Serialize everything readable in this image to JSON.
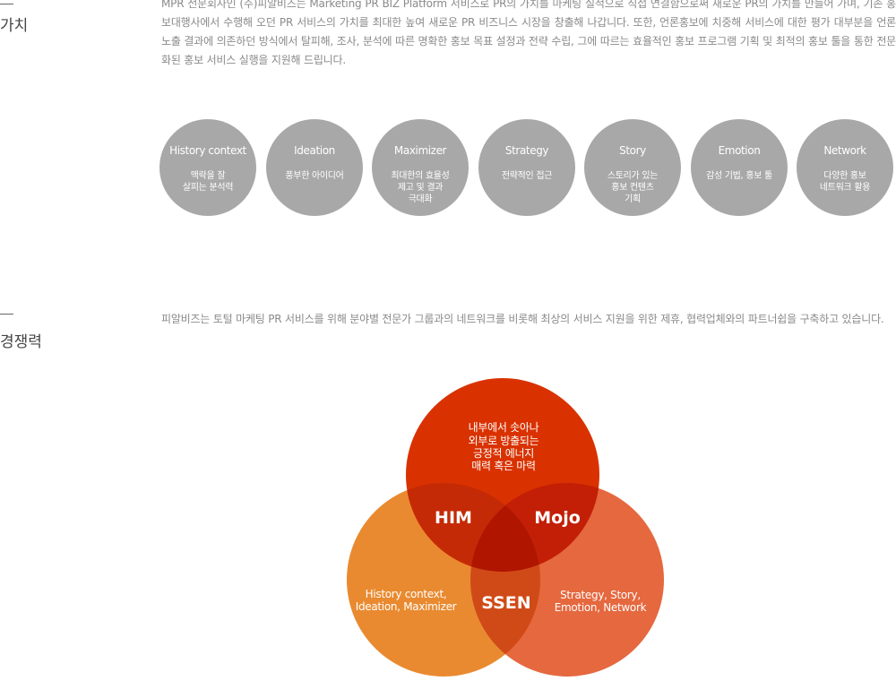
{
  "value_section": {
    "title": "가치",
    "paragraph": "MPR 전문회사인 (주)피알비즈는 Marketing PR BIZ Platform 서비스로 PR의 가치를 마케팅 실적으로 직접 연결함으로써 새로운 PR의 가치를 만들어 가며, 기존 홍보대행사에서 수행해 오던 PR 서비스의 가치를 최대한 높여 새로운 PR 비즈니스 시장을 창출해 나갑니다. 또한, 언론홍보에 치중해 서비스에 대한 평가 대부분을 언론 노출 결과에 의존하던 방식에서 탈피해, 조사, 분석에 따른 명확한 홍보 목표 설정과 전략 수립, 그에 따르는 효율적인 홍보 프로그램 기획 및 최적의 홍보 툴을 통한 전문화된 홍보 서비스 실행을 지원해 드립니다.",
    "circles": [
      {
        "title": "History context",
        "desc": "맥락을 잘\n살피는 분석력"
      },
      {
        "title": "Ideation",
        "desc": "풍부한 아이디어"
      },
      {
        "title": "Maximizer",
        "desc": "최대한의 효율성\n제고 및 결과\n극대화"
      },
      {
        "title": "Strategy",
        "desc": "전략적인 접근"
      },
      {
        "title": "Story",
        "desc": "스토리가 있는\n홍보 컨텐츠\n기획"
      },
      {
        "title": "Emotion",
        "desc": "감성 기법, 홍보 툴"
      },
      {
        "title": "Network",
        "desc": "다양한 홍보\n네트워크 활용"
      }
    ]
  },
  "competitiveness_section": {
    "title": "경쟁력",
    "paragraph": "피알비즈는 토털 마케팅 PR 서비스를 위해 분야별 전문가 그룹과의 네트워크를 비롯해 최상의 서비스 지원을 위한 제휴, 협력업체와의 파트너쉽을 구축하고 있습니다.",
    "venn": {
      "top_text": [
        "내부에서 솟아나",
        "외부로 방출되는",
        "긍정적 에너지",
        "매력 혹은 마력"
      ],
      "left_text": [
        "History context,",
        "Ideation, Maximizer"
      ],
      "right_text": [
        "Strategy, Story,",
        "Emotion, Network"
      ],
      "label_him": "HIM",
      "label_mojo": "Mojo",
      "label_ssen": "SSEN",
      "colors": {
        "top": "#d93200",
        "left": "#e98a30",
        "right": "#e5683f",
        "overlap_top_left": "#c52a06",
        "overlap_top_right": "#c21f06",
        "overlap_left_right": "#d04a18",
        "center": "#b01500"
      }
    }
  }
}
